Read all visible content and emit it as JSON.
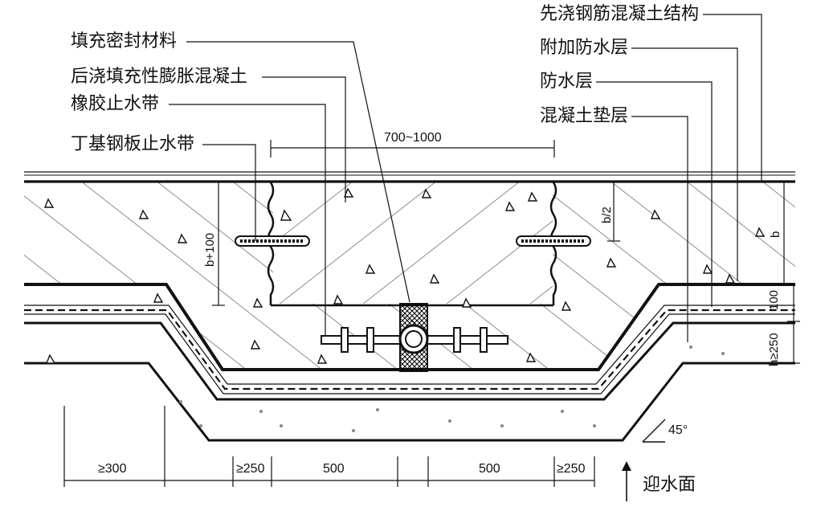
{
  "labels": {
    "left": {
      "sealant": "填充密封材料",
      "post_cast_concrete": "后浇填充性膨胀混凝土",
      "rubber_waterstop": "橡胶止水带",
      "butyl_steel_waterstop": "丁基钢板止水带"
    },
    "right": {
      "cast_structure": "先浇钢筋混凝土结构",
      "additional_waterproof": "附加防水层",
      "waterproof_layer": "防水层",
      "concrete_cushion": "混凝土垫层"
    }
  },
  "dimensions": {
    "top_width": "700~1000",
    "left_height": "b+100",
    "half_depth": "b/2",
    "slab_depth": "b",
    "right_vertical_a": "100",
    "right_vertical_b": "h≥250",
    "bottom_left": "≥300",
    "bottom_a": "≥250",
    "bottom_b": "500",
    "bottom_c": "500",
    "bottom_d": "≥250",
    "angle": "45°"
  },
  "water_face": "迎水面",
  "colors": {
    "ink": "#111111",
    "fill": "#dcdcdc",
    "paper": "#ffffff"
  }
}
